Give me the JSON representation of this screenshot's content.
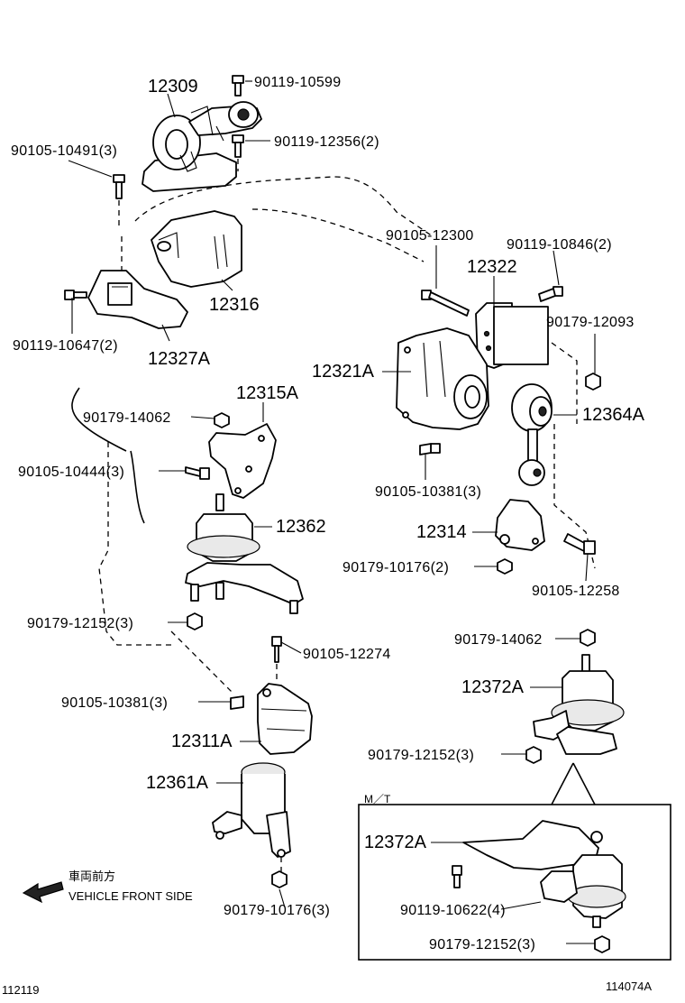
{
  "labels": {
    "p12309": "12309",
    "p90119_10599": "90119-10599",
    "p90105_10491": "90105-10491(3)",
    "p90119_12356": "90119-12356(2)",
    "p90105_12300": "90105-12300",
    "p90119_10846": "90119-10846(2)",
    "p12322": "12322",
    "p12316": "12316",
    "p90179_12093": "90179-12093",
    "p90119_10647": "90119-10647(2)",
    "p12327A": "12327A",
    "p12321A": "12321A",
    "p12364A": "12364A",
    "p12315A": "12315A",
    "p90179_14062_a": "90179-14062",
    "p90105_10444": "90105-10444(3)",
    "p90105_10381_a": "90105-10381(3)",
    "p12314": "12314",
    "p12362": "12362",
    "p90179_10176_a": "90179-10176(2)",
    "p90105_12258": "90105-12258",
    "p90179_12152_a": "90179-12152(3)",
    "p90105_12274": "90105-12274",
    "p90179_14062_b": "90179-14062",
    "p90105_10381_b": "90105-10381(3)",
    "p12372A_a": "12372A",
    "p12311A": "12311A",
    "p90179_12152_b": "90179-12152(3)",
    "p12361A": "12361A",
    "p12372A_b": "12372A",
    "p90119_10622": "90119-10622(4)",
    "p90179_10176_b": "90179-10176(3)",
    "p90179_12152_c": "90179-12152(3)"
  },
  "inset_label": "M／T",
  "front_note_jp": "車両前方",
  "front_note_en": "VEHICLE FRONT SIDE",
  "code_left": "112119",
  "code_right": "114074A"
}
